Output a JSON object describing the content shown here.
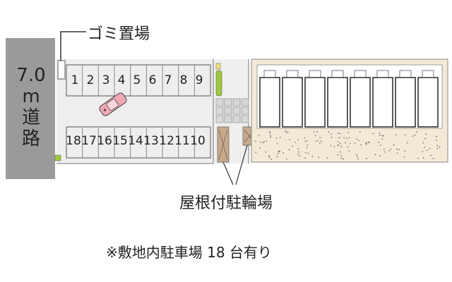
{
  "road": {
    "lines": [
      "7.0",
      "m",
      "道",
      "路"
    ]
  },
  "labels": {
    "garbage": "ゴミ置場",
    "bicycle": "屋根付駐輪場"
  },
  "parking": {
    "top_row": [
      "1",
      "2",
      "3",
      "4",
      "5",
      "6",
      "7",
      "8",
      "9"
    ],
    "bottom_row": [
      "18",
      "17",
      "16",
      "15",
      "14",
      "13",
      "12",
      "11",
      "10"
    ]
  },
  "note": "※敷地内駐車場 18 台有り",
  "colors": {
    "road": "#9a9a9a",
    "lot": "#eeeeee",
    "grid_tile": "#d8d8d8",
    "bike": "#c9a98a",
    "sand": "#f3e9d6",
    "car": "#f1a8b5",
    "green": "#9ccb3b"
  },
  "icons": [
    "car-icon",
    "tree-icon"
  ]
}
